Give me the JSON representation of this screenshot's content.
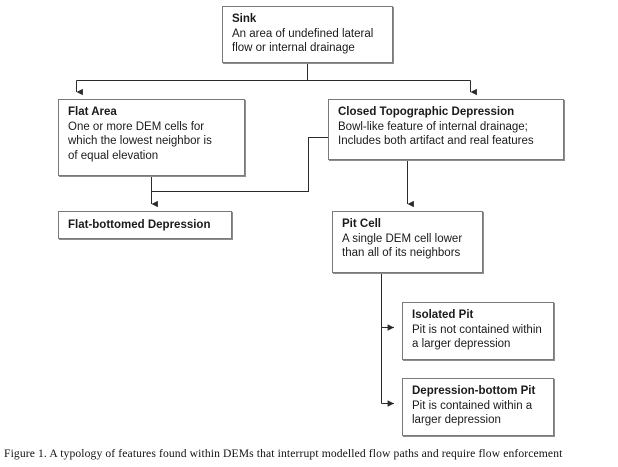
{
  "figure": {
    "caption": "Figure 1. A typology of features found within DEMs that interrupt modelled flow paths and require flow enforcement"
  },
  "diagram": {
    "type": "flowchart",
    "nodes": [
      {
        "id": "sink",
        "title": "Sink",
        "description": "An area of undefined lateral\nflow or internal drainage"
      },
      {
        "id": "flat_area",
        "title": "Flat Area",
        "description": "One or more DEM cells for\nwhich the lowest neighbor is\nof equal elevation"
      },
      {
        "id": "closed_depression",
        "title": "Closed Topographic Depression",
        "description": "Bowl-like feature of internal drainage;\nIncludes both artifact and real features"
      },
      {
        "id": "flat_bottomed_depression",
        "title": "Flat-bottomed Depression",
        "description": ""
      },
      {
        "id": "pit_cell",
        "title": "Pit Cell",
        "description": "A single DEM cell lower\nthan all of its neighbors"
      },
      {
        "id": "isolated_pit",
        "title": "Isolated Pit",
        "description": "Pit is not contained within\na larger depression"
      },
      {
        "id": "depression_bottom_pit",
        "title": "Depression-bottom Pit",
        "description": "Pit is contained within a\nlarger depression"
      }
    ],
    "edges": [
      {
        "from": "sink",
        "to": "flat_area"
      },
      {
        "from": "sink",
        "to": "closed_depression"
      },
      {
        "from": "flat_area",
        "to": "flat_bottomed_depression"
      },
      {
        "from": "closed_depression",
        "to": "flat_bottomed_depression"
      },
      {
        "from": "closed_depression",
        "to": "pit_cell"
      },
      {
        "from": "pit_cell",
        "to": "isolated_pit"
      },
      {
        "from": "pit_cell",
        "to": "depression_bottom_pit"
      }
    ]
  },
  "colors": {
    "box_border": "#7a7a7a",
    "box_shadow": "#8d8d8d",
    "connector": "#2b2b2b",
    "text": "#1a1a1a",
    "background": "#ffffff"
  }
}
